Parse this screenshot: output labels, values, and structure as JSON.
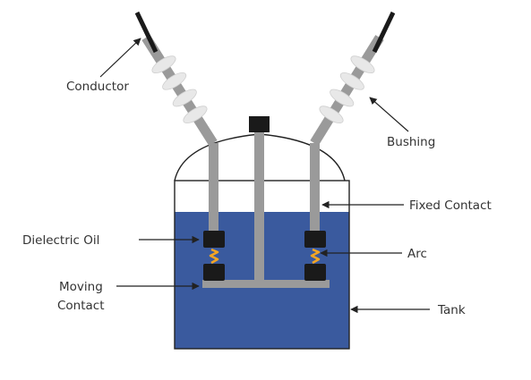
{
  "labels": {
    "conductor": "Conductor",
    "bushing": "Bushing",
    "fixed_contact": "Fixed Contact",
    "dielectric_oil": "Dielectric Oil",
    "arc": "Arc",
    "moving_contact_line1": "Moving",
    "moving_contact_line2": "Contact",
    "tank": "Tank"
  },
  "colors": {
    "oil": "#3a5a9e",
    "rod": "#9a9a9a",
    "contact": "#1a1a1a",
    "arc": "#f5a623",
    "insulator": "#e8e8e8",
    "outline": "#222222",
    "conductor": "#1a1a1a"
  }
}
